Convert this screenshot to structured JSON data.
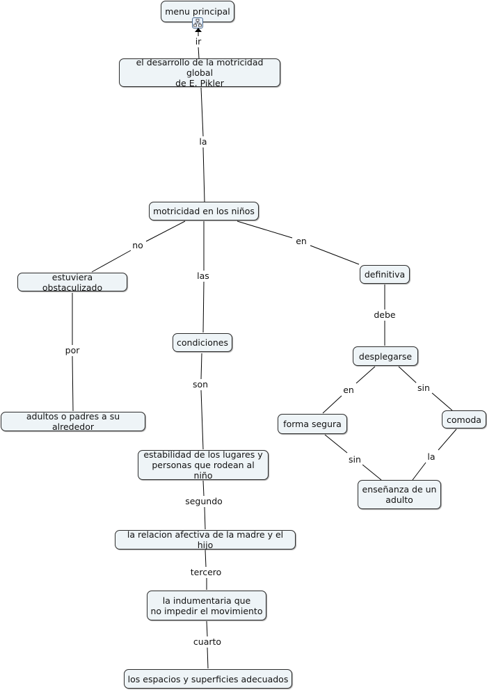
{
  "nodes": {
    "menu": "menu principal",
    "desarrollo": "el desarrollo de la motricidad global\nde E. Pikler",
    "motricidad": "motricidad en los niños",
    "obstaculizado": "estuviera obstaculizado",
    "adultos": "adultos o padres a su alrededor",
    "condiciones": "condiciones",
    "estabilidad": "estabilidad de los lugares y\npersonas que rodean al niño",
    "relacion": "la relacion afectiva de la madre y el hijo",
    "indumentaria": "la indumentaria que\nno impedir el movimiento",
    "espacios": "los espacios y superficies adecuados",
    "definitiva": "definitiva",
    "desplegarse": "desplegarse",
    "forma_segura": "forma segura",
    "comoda": "comoda",
    "ensenanza": "enseñanza de un\nadulto"
  },
  "links": {
    "ir": "ir",
    "la1": "la",
    "no": "no",
    "las": "las",
    "en1": "en",
    "por": "por",
    "son": "son",
    "segundo": "segundo",
    "tercero": "tercero",
    "cuarto": "cuarto",
    "debe": "debe",
    "en2": "en",
    "sin1": "sin",
    "sin2": "sin",
    "la2": "la"
  },
  "icons": {
    "resource": "hierarchy-icon"
  },
  "colors": {
    "node_fill": "#eef4f7",
    "node_border": "#2b2b2b",
    "line": "#000000"
  }
}
